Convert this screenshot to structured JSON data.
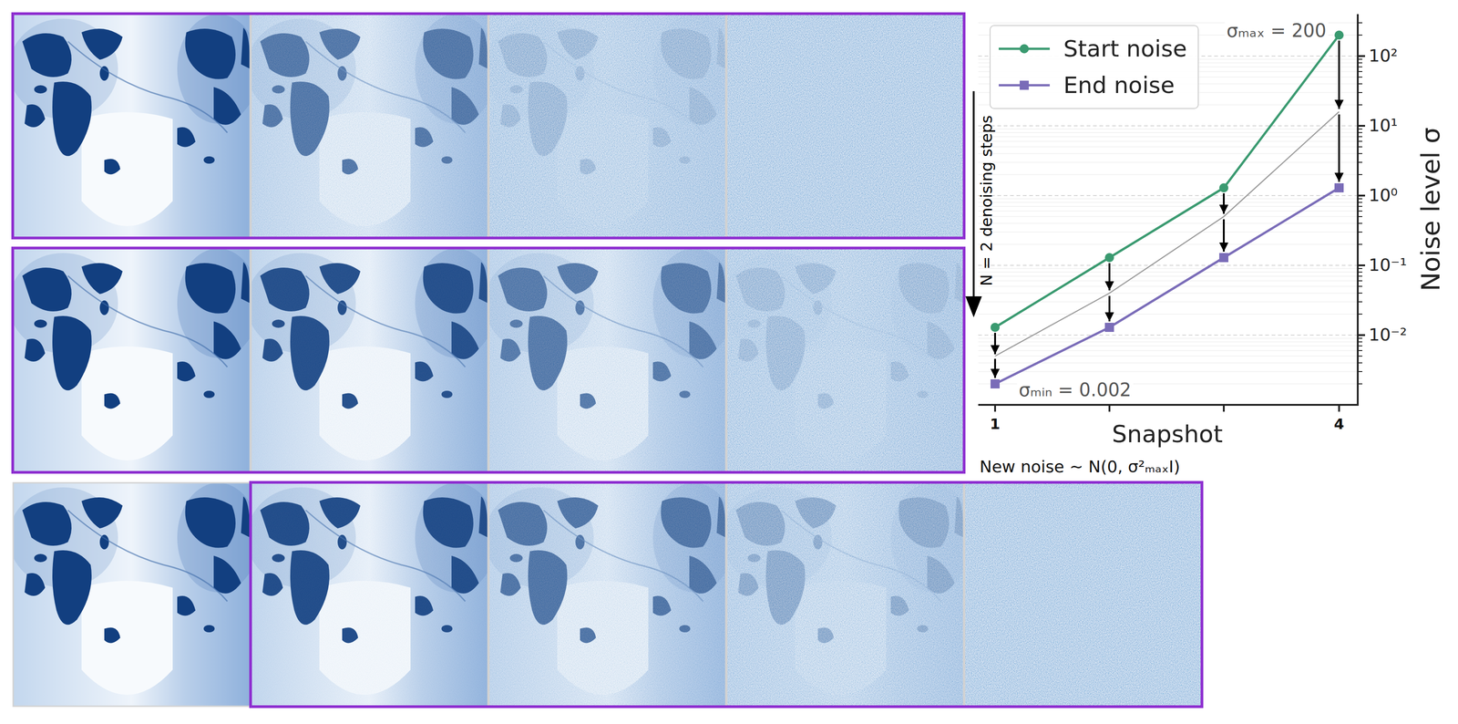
{
  "diagram": {
    "labels": [
      "σₘₐₓ = 200",
      "σₘᵢₙ = 0.002",
      "N = 2 denoising steps",
      "Snapshot",
      "1",
      "4",
      "Noise level σ",
      "10²",
      "10¹",
      "10⁰",
      "10⁻¹",
      "10⁻²",
      "New noise ∼ N(0, σ²ₘₐₓI)"
    ],
    "legend": [
      {
        "text": "Start noise"
      },
      {
        "text": "End noise"
      }
    ]
  }
}
